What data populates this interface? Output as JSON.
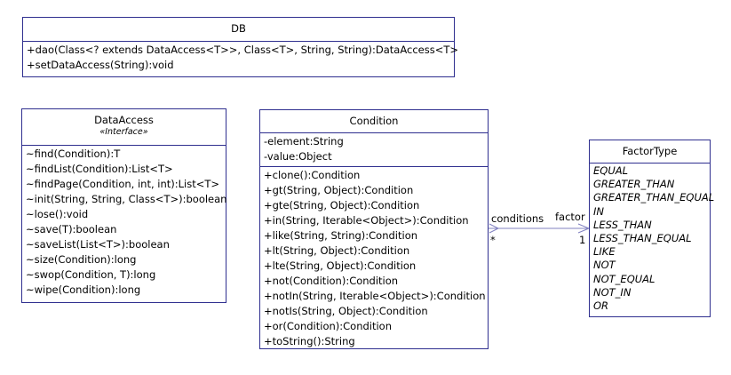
{
  "classes": {
    "db": {
      "name": "DB",
      "methods": [
        "+dao(Class<? extends DataAccess<T>>, Class<T>, String, String):DataAccess<T>",
        "+setDataAccess(String):void"
      ]
    },
    "data_access": {
      "name": "DataAccess",
      "stereotype": "«Interface»",
      "methods": [
        "~find(Condition):T",
        "~findList(Condition):List<T>",
        "~findPage(Condition, int, int):List<T>",
        "~init(String, String, Class<T>):boolean",
        "~lose():void",
        "~save(T):boolean",
        "~saveList(List<T>):boolean",
        "~size(Condition):long",
        "~swop(Condition, T):long",
        "~wipe(Condition):long"
      ]
    },
    "condition": {
      "name": "Condition",
      "attributes": [
        "-element:String",
        "-value:Object"
      ],
      "methods": [
        "+clone():Condition",
        "+gt(String, Object):Condition",
        "+gte(String, Object):Condition",
        "+in(String, Iterable<Object>):Condition",
        "+like(String, String):Condition",
        "+lt(String, Object):Condition",
        "+lte(String, Object):Condition",
        "+not(Condition):Condition",
        "+notIn(String, Iterable<Object>):Condition",
        "+notIs(String, Object):Condition",
        "+or(Condition):Condition",
        "+toString():String"
      ]
    },
    "factor_type": {
      "name": "FactorType",
      "literals": [
        "EQUAL",
        "GREATER_THAN",
        "GREATER_THAN_EQUAL",
        "IN",
        "LESS_THAN",
        "LESS_THAN_EQUAL",
        "LIKE",
        "NOT",
        "NOT_EQUAL",
        "NOT_IN",
        "OR"
      ]
    }
  },
  "association": {
    "source_role": "conditions",
    "source_multiplicity": "*",
    "target_role": "factor",
    "target_multiplicity": "1"
  },
  "colors": {
    "border": "#2f2f8f",
    "association_line": "#8080c0"
  }
}
